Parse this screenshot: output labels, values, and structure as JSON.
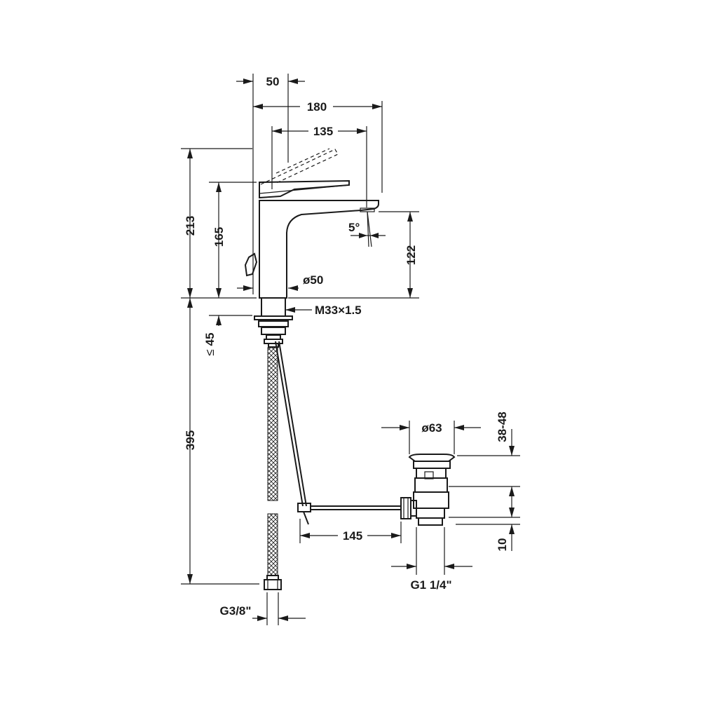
{
  "drawing": {
    "colors": {
      "line": "#1a1a1a",
      "background": "#ffffff"
    },
    "dimensions": {
      "top_offset": "50",
      "reach": "180",
      "spout_length": "135",
      "total_height": "213",
      "spout_height": "165",
      "free_height": "122",
      "spout_angle": "5°",
      "body_diameter": "ø50",
      "thread": "M33×1.5",
      "max_deck": "45",
      "max_deck_symbol": "≤",
      "hose_length": "395",
      "waste_diameter": "ø63",
      "waste_range": "38-48",
      "waste_offset": "10",
      "rod_length": "145",
      "hose_connection": "G3/8\"",
      "waste_connection": "G1 1/4\""
    }
  }
}
